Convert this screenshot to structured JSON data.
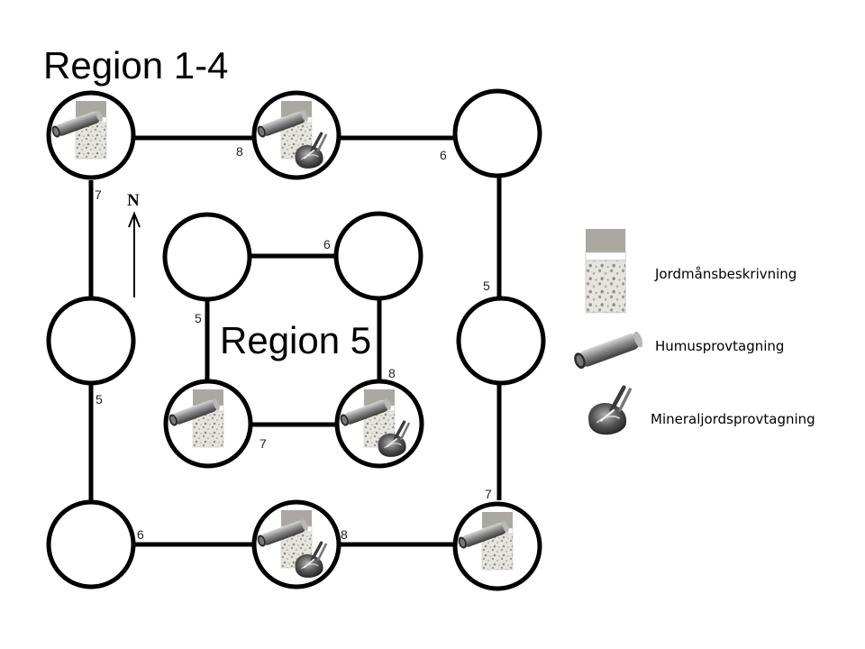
{
  "titles": {
    "outer": "Region 1-4",
    "inner": "Region 5"
  },
  "north_label": "N",
  "edge_labels": {
    "outer_top_left": "8",
    "outer_top_right": "6",
    "outer_left_top": "7",
    "outer_left_bottom": "5",
    "outer_right_top": "5",
    "outer_right_bottom": "7",
    "outer_bottom_left": "6",
    "outer_bottom_right": "8",
    "inner_top": "6",
    "inner_left": "5",
    "inner_right": "8",
    "inner_bottom": "7"
  },
  "nodes": {
    "outer_tl": [
      "profile",
      "corer"
    ],
    "outer_tm": [
      "profile",
      "corer",
      "spade"
    ],
    "outer_tr": [],
    "outer_ml": [],
    "outer_mr": [],
    "outer_bl": [],
    "outer_bm": [
      "profile",
      "corer",
      "spade"
    ],
    "outer_br": [
      "profile",
      "corer"
    ],
    "inner_tl": [],
    "inner_tr": [],
    "inner_bl": [
      "profile",
      "corer"
    ],
    "inner_br": [
      "profile",
      "corer",
      "spade"
    ]
  },
  "legend": {
    "profile_label": "Jordmånsbeskrivning",
    "corer_label": "Humusprovtagning",
    "spade_label": "Mineraljordsprovtagning"
  },
  "colors": {
    "line": "#000000",
    "humus_band": "#a9a79f",
    "mineral_fill": "#e2e0d9",
    "corer_body": "#8e8e8e",
    "spade_body": "#3a3a3a"
  }
}
